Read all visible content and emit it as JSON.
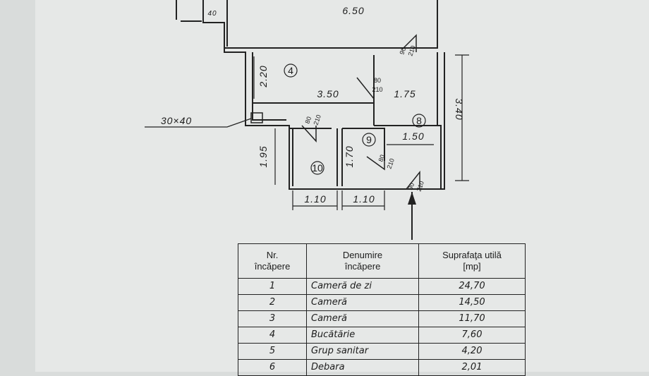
{
  "plan": {
    "dimensions": {
      "top_width": "6.50",
      "kitchen_height": "2.20",
      "kitchen_width": "3.50",
      "hall_width": "1.75",
      "right_height": "3.40",
      "column": "30×40",
      "lower_left_height": "1.95",
      "bath_height": "1.70",
      "small_room_width": "1.50",
      "room10_width": "1.10",
      "room9_width": "1.10",
      "corner_piece": "40"
    },
    "room_numbers": [
      "4",
      "8",
      "9",
      "10"
    ],
    "doors": [
      {
        "w": "80",
        "h": "210"
      },
      {
        "w": "90",
        "h": "210"
      },
      {
        "w": "80",
        "h": "210"
      },
      {
        "w": "80",
        "h": "210"
      },
      {
        "w": "90",
        "h": "210"
      }
    ]
  },
  "table": {
    "headers": [
      "Nr.\nîncăpere",
      "Denumire\nîncăpere",
      "Suprafaţa utilă\n[mp]"
    ],
    "rows": [
      {
        "nr": "1",
        "name": "Cameră de zi",
        "area": "24,70"
      },
      {
        "nr": "2",
        "name": "Cameră",
        "area": "14,50"
      },
      {
        "nr": "3",
        "name": "Cameră",
        "area": "11,70"
      },
      {
        "nr": "4",
        "name": "Bucătărie",
        "area": "7,60"
      },
      {
        "nr": "5",
        "name": "Grup sanitar",
        "area": "4,20"
      },
      {
        "nr": "6",
        "name": "Debara",
        "area": "2,01"
      }
    ]
  }
}
